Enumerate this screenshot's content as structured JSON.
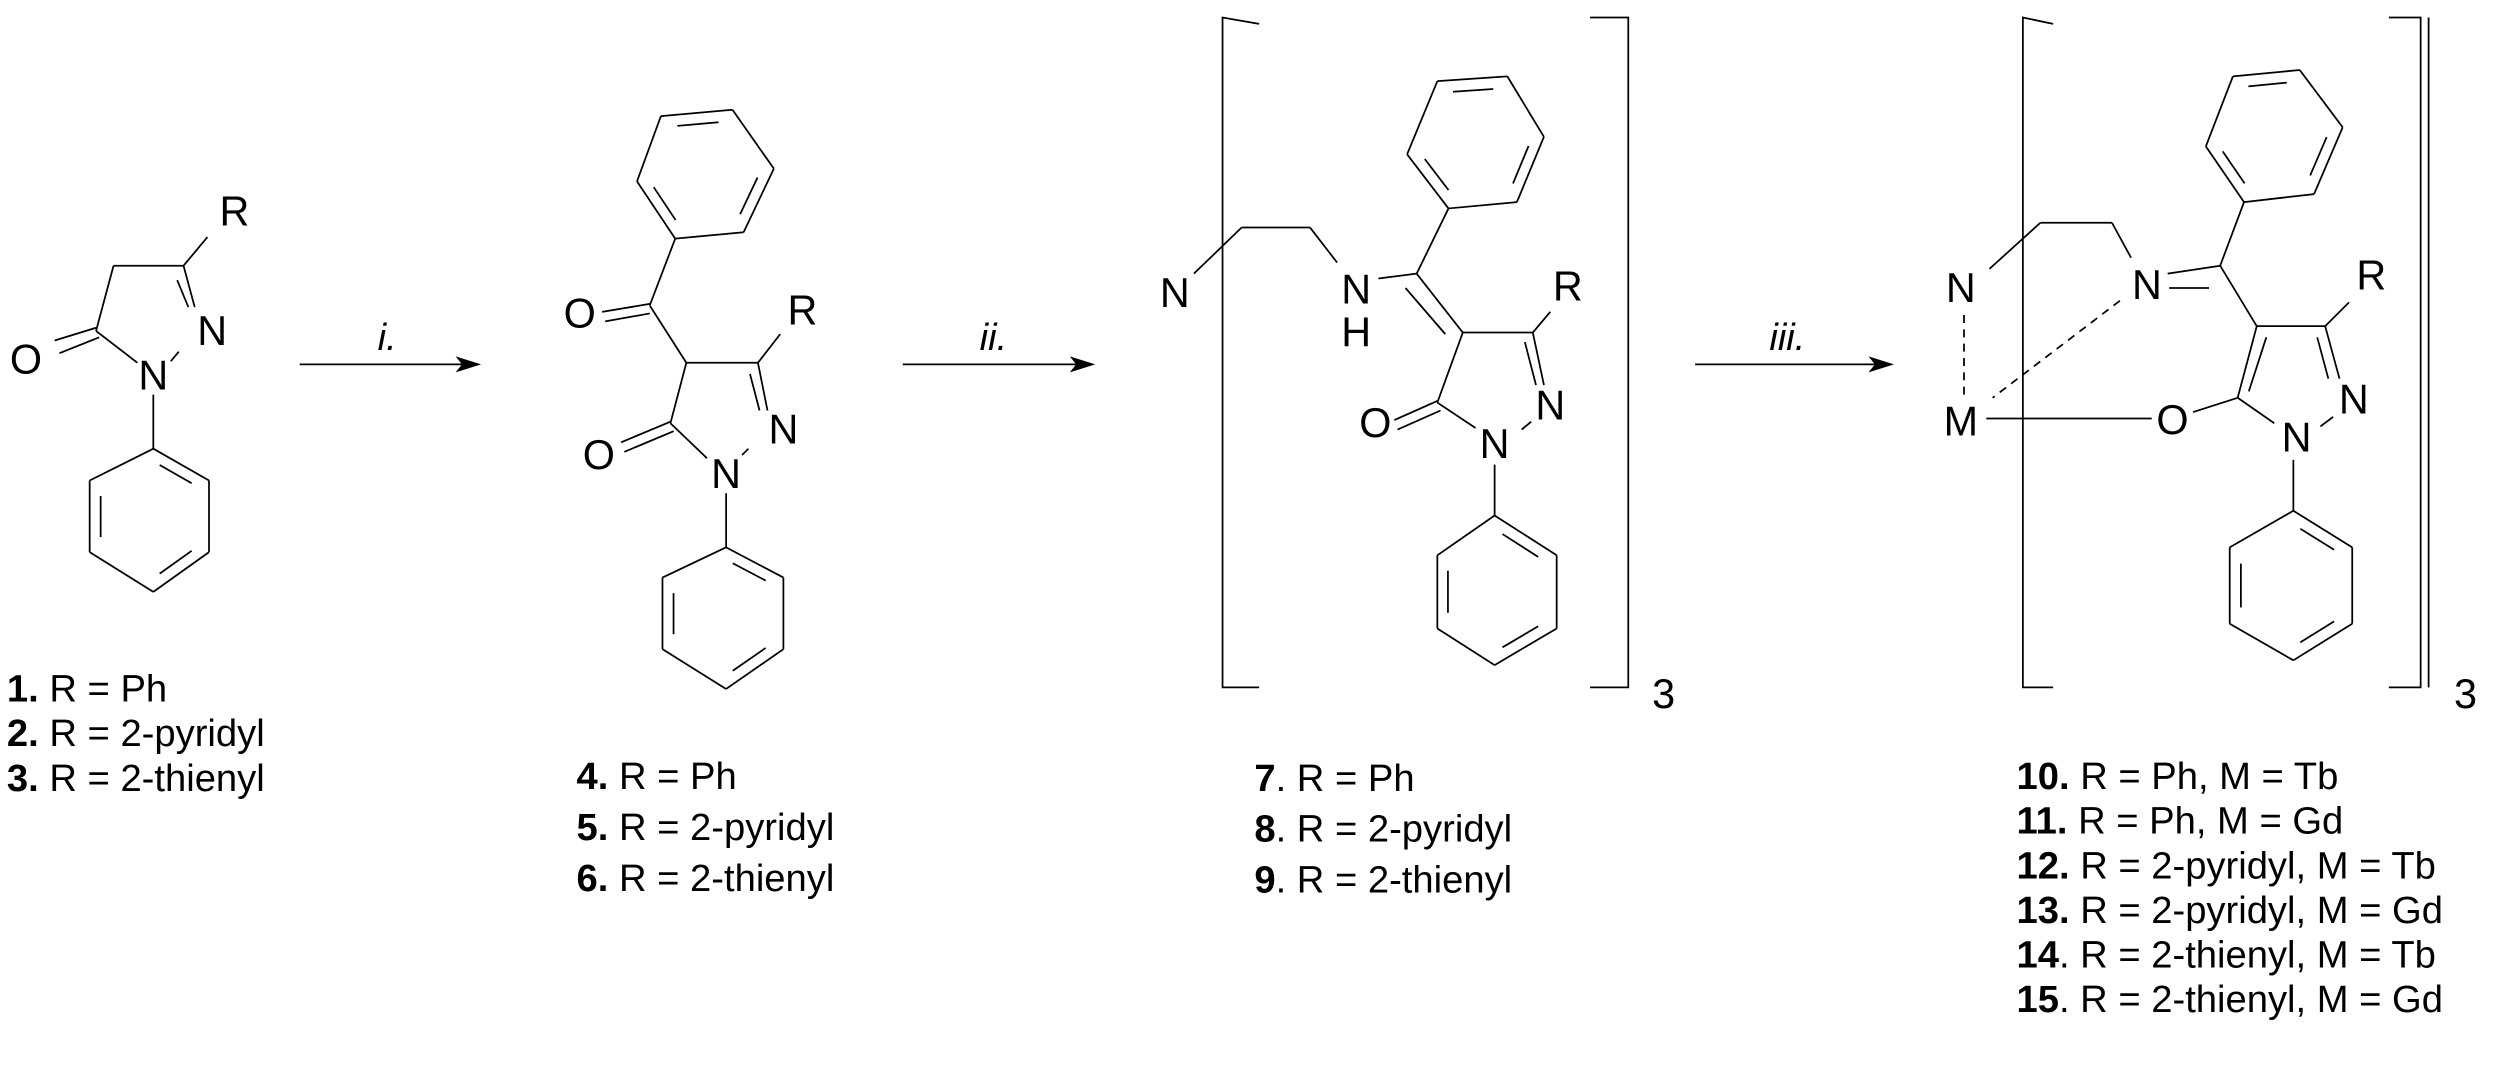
{
  "conditions": {
    "step1": "i.",
    "step2": "ii.",
    "step3": "iii."
  },
  "atoms": {
    "R": "R",
    "O": "O",
    "N": "N",
    "H": "H",
    "M": "M"
  },
  "multiplier": "3",
  "colors": {
    "ink": "#000000",
    "background": "#ffffff"
  },
  "compounds": {
    "group1": [
      {
        "num": "1.",
        "text": " R = Ph"
      },
      {
        "num": "2.",
        "text": " R = 2-pyridyl"
      },
      {
        "num": "3.",
        "text": " R = 2-thienyl"
      }
    ],
    "group2": [
      {
        "num": "4.",
        "text": " R = Ph"
      },
      {
        "num": "5.",
        "text": " R = 2-pyridyl"
      },
      {
        "num": "6.",
        "text": " R = 2-thienyl"
      }
    ],
    "group3": [
      {
        "num": "7",
        "text": ". R = Ph"
      },
      {
        "num": "8",
        "text": ". R = 2-pyridyl"
      },
      {
        "num": "9",
        "text": ". R = 2-thienyl"
      }
    ],
    "group4": [
      {
        "num": "10.",
        "text": " R = Ph, M = Tb"
      },
      {
        "num": "11.",
        "text": " R = Ph, M = Gd"
      },
      {
        "num": "12.",
        "text": " R = 2-pyridyl, M = Tb"
      },
      {
        "num": "13.",
        "text": " R = 2-pyridyl, M = Gd"
      },
      {
        "num": "14",
        "text": ". R = 2-thienyl, M = Tb"
      },
      {
        "num": "15",
        "text": ". R = 2-thienyl, M = Gd"
      }
    ]
  }
}
